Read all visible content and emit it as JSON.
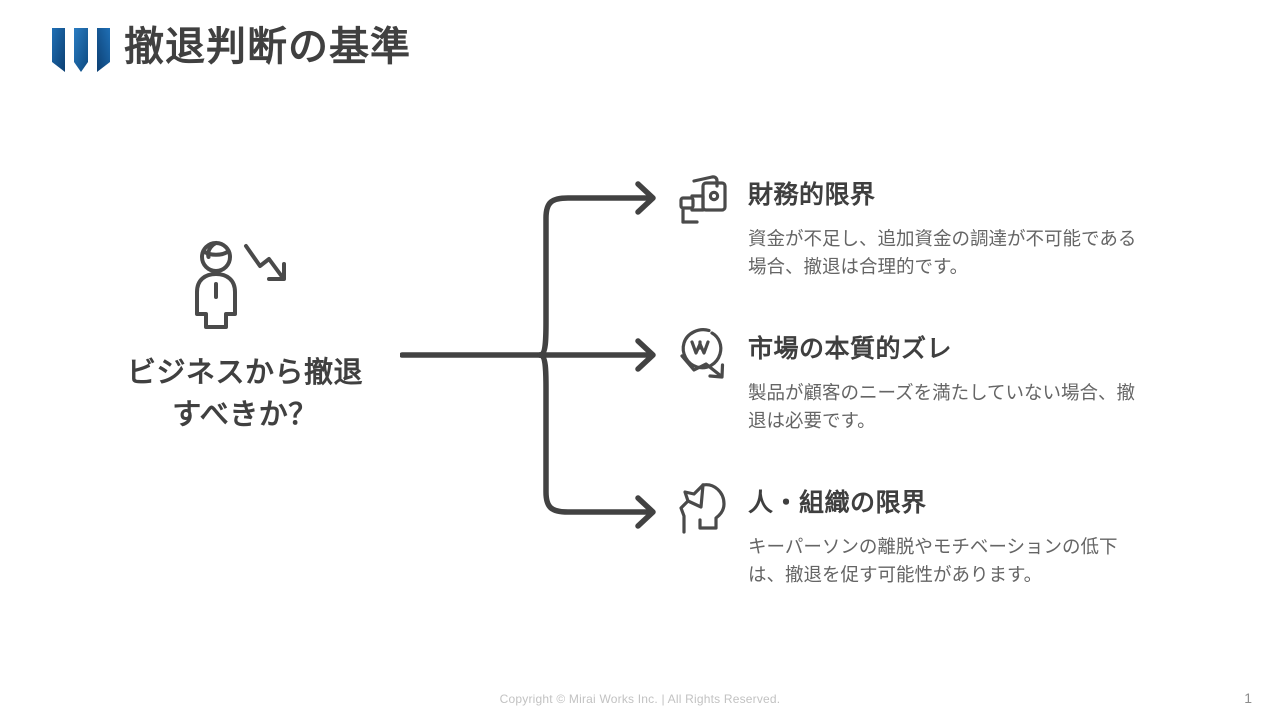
{
  "slide": {
    "title": "撤退判断の基準",
    "logo_icon": "three-bars-logo-icon",
    "accent_color": "#10518c",
    "title_color": "#404040",
    "line_color": "#424242",
    "body_text_color": "#656565"
  },
  "question": {
    "icon": "person-declining-trend-icon",
    "line1": "ビジネスから撤退",
    "line2": "すべきか？"
  },
  "connector": {
    "name": "three-way-branch-connector",
    "branch_count": 3
  },
  "branches": [
    {
      "icon": "wallet-money-icon",
      "title": "財務的限界",
      "desc": "資金が不足し、追加資金の調達が不可能である場合、撤退は合理的です。"
    },
    {
      "icon": "currency-circle-declining-arrow-icon",
      "title": "市場の本質的ズレ",
      "desc": "製品が顧客のニーズを満たしていない場合、撤退は必要です。"
    },
    {
      "icon": "head-profile-puzzle-icon",
      "title": "人・組織の限界",
      "desc": "キーパーソンの離脱やモチベーションの低下は、撤退を促す可能性があります。"
    }
  ],
  "footer": {
    "copyright": "Copyright © Mirai Works Inc.  |  All Rights Reserved.",
    "page_number": "1"
  }
}
